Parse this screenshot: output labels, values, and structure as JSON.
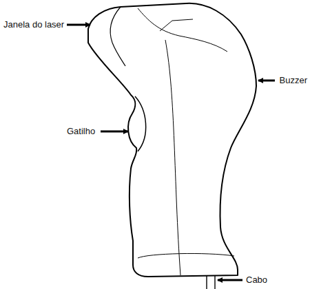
{
  "diagram": {
    "labels": [
      "Janela do laser",
      "Buzzer",
      "Gatilho",
      "Cabo"
    ]
  }
}
